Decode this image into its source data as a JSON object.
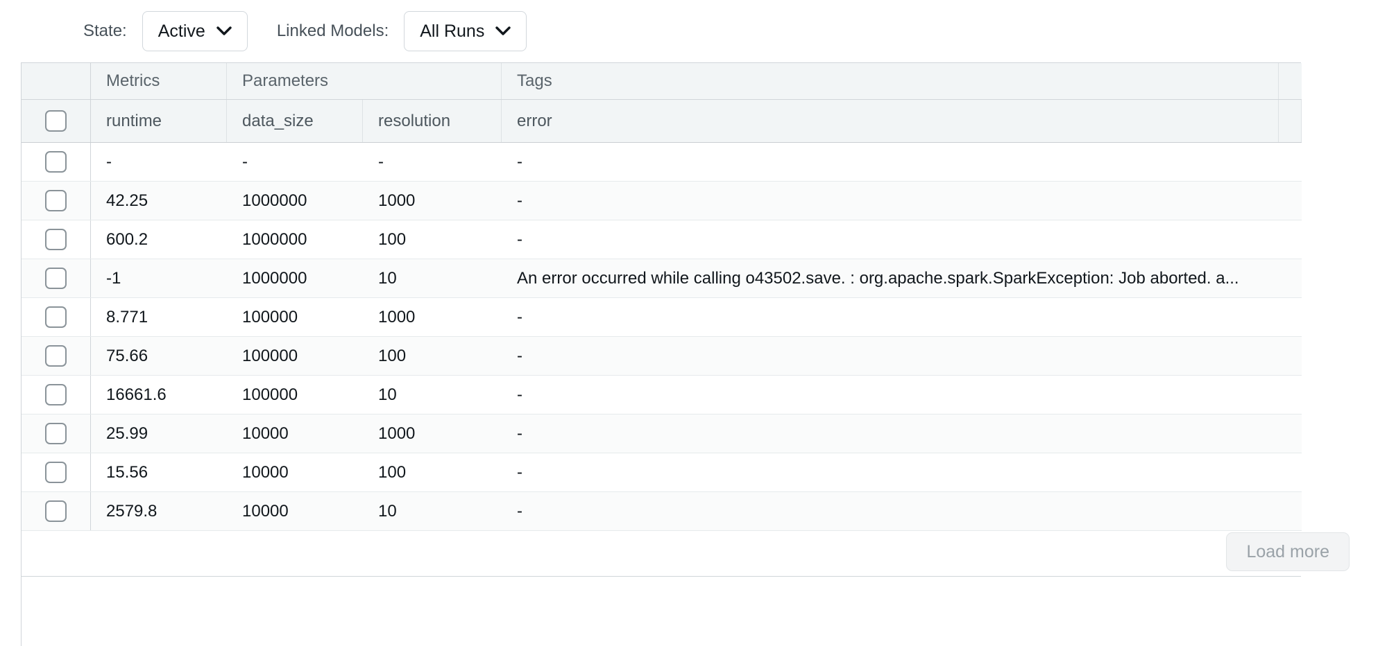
{
  "filters": [
    {
      "label": "State:",
      "value": "Active",
      "icon": "chevron-down-icon",
      "name": "state"
    },
    {
      "label": "Linked Models:",
      "value": "All Runs",
      "icon": "chevron-down-icon",
      "name": "linked-models"
    }
  ],
  "table": {
    "group_headers": [
      "Metrics",
      "Parameters",
      "Tags"
    ],
    "columns": [
      "runtime",
      "data_size",
      "resolution",
      "error"
    ],
    "rows": [
      {
        "runtime": "-",
        "data_size": "-",
        "resolution": "-",
        "error": "-"
      },
      {
        "runtime": "42.25",
        "data_size": "1000000",
        "resolution": "1000",
        "error": "-"
      },
      {
        "runtime": "600.2",
        "data_size": "1000000",
        "resolution": "100",
        "error": "-"
      },
      {
        "runtime": "-1",
        "data_size": "1000000",
        "resolution": "10",
        "error": "An error occurred while calling o43502.save. : org.apache.spark.SparkException: Job aborted. a..."
      },
      {
        "runtime": "8.771",
        "data_size": "100000",
        "resolution": "1000",
        "error": "-"
      },
      {
        "runtime": "75.66",
        "data_size": "100000",
        "resolution": "100",
        "error": "-"
      },
      {
        "runtime": "16661.6",
        "data_size": "100000",
        "resolution": "10",
        "error": "-"
      },
      {
        "runtime": "25.99",
        "data_size": "10000",
        "resolution": "1000",
        "error": "-"
      },
      {
        "runtime": "15.56",
        "data_size": "10000",
        "resolution": "100",
        "error": "-"
      },
      {
        "runtime": "2579.8",
        "data_size": "10000",
        "resolution": "10",
        "error": "-"
      }
    ]
  },
  "footer": {
    "load_more_label": "Load more"
  },
  "colors": {
    "header_bg": "#f2f5f6",
    "row_alt_bg": "#fafbfb",
    "border": "#d0d5d9",
    "text": "#11171c",
    "muted_text": "#5a646b",
    "disabled_text": "#9aa2a8"
  }
}
